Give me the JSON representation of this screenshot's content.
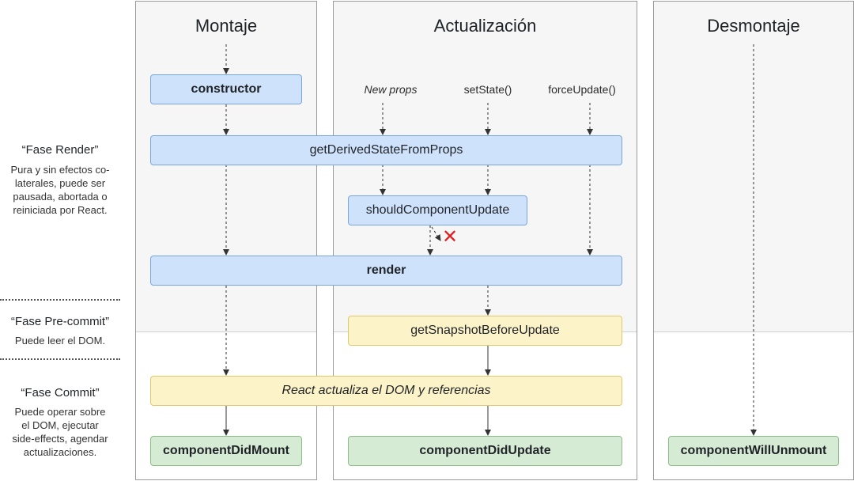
{
  "columns": {
    "mounting": "Montaje",
    "updating": "Actualización",
    "unmounting": "Desmontaje"
  },
  "triggers": {
    "new_props": "New props",
    "set_state": "setState()",
    "force_update": "forceUpdate()"
  },
  "methods": {
    "constructor": "constructor",
    "get_derived_state": "getDerivedStateFromProps",
    "should_update": "shouldComponentUpdate",
    "render": "render",
    "get_snapshot": "getSnapshotBeforeUpdate",
    "react_updates_dom": "React actualiza el DOM y referencias",
    "did_mount": "componentDidMount",
    "did_update": "componentDidUpdate",
    "will_unmount": "componentWillUnmount"
  },
  "phases": {
    "render": {
      "title": "“Fase Render”",
      "desc_lines": [
        "Pura y sin efectos co-",
        "laterales, puede ser",
        "pausada, abortada o",
        "reiniciada por React."
      ]
    },
    "precommit": {
      "title": "“Fase Pre-commit”",
      "desc_lines": [
        "Puede leer el DOM."
      ]
    },
    "commit": {
      "title": "“Fase Commit”",
      "desc_lines": [
        "Puede operar sobre",
        "el DOM, ejecutar",
        "side-effects, agendar",
        "actualizaciones."
      ]
    }
  },
  "cancel_symbol": "✕",
  "colors": {
    "render_phase": "#cfe2fb",
    "precommit_phase": "#fdf3c8",
    "commit_phase": "#d6ebd4",
    "cancel": "#e02020"
  }
}
